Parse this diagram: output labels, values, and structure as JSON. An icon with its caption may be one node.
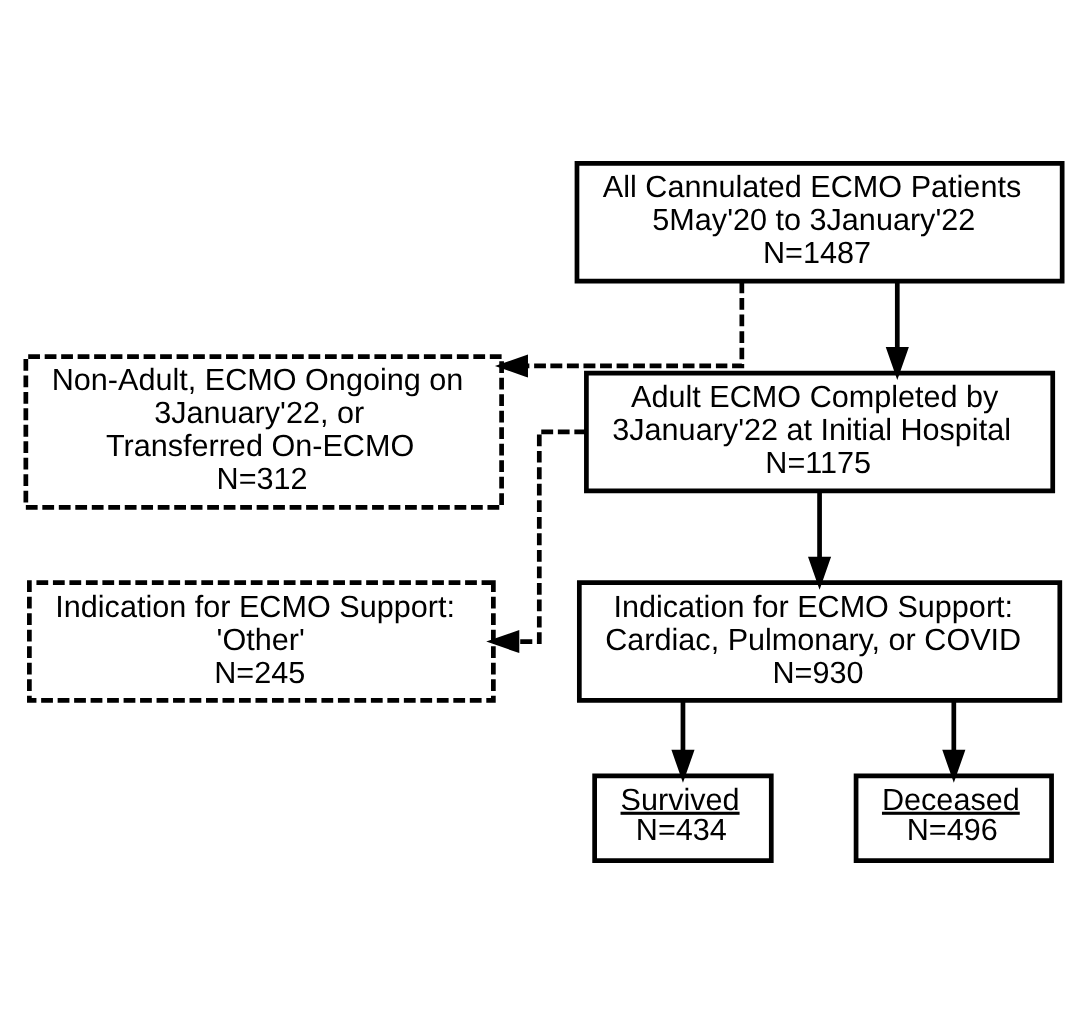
{
  "diagram": {
    "nodes": [
      {
        "text": [
          "All Cannulated ECMO Patients 5May'20 to 3January'22",
          "N=1487"
        ]
      },
      {
        "text": [
          "Non-Adult, ECMO Ongoing on 3January'22, or Transferred On-ECMO",
          "N=312"
        ]
      },
      {
        "text": [
          "Adult ECMO Completed by 3January'22 at Initial Hospital",
          "N=1175"
        ]
      },
      {
        "text": [
          "Indication for ECMO Support: 'Other'",
          "N=245"
        ]
      },
      {
        "text": [
          "Indication for ECMO Support: Cardiac, Pulmonary, or COVID",
          "N=930"
        ]
      },
      {
        "text": [
          "Survived",
          "N=434"
        ]
      },
      {
        "text": [
          "Deceased",
          "N=496"
        ]
      }
    ],
    "edges": [
      {
        "from": 0,
        "to": 2,
        "arrow": "to"
      },
      {
        "from": 0,
        "to": 1,
        "arrow": "to",
        "style": "dashed"
      },
      {
        "from": 2,
        "to": 4,
        "arrow": "to"
      },
      {
        "from": 2,
        "to": 3,
        "arrow": "to",
        "style": "dashed"
      },
      {
        "from": 4,
        "to": 5,
        "arrow": "to"
      },
      {
        "from": 4,
        "to": 6,
        "arrow": "to"
      }
    ]
  }
}
